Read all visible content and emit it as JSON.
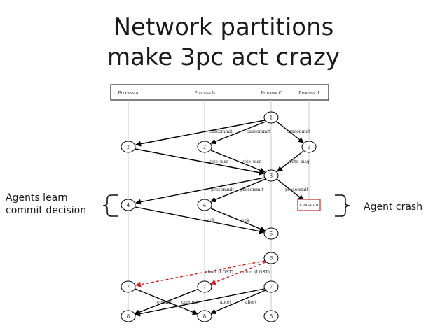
{
  "title_line1": "Network partitions",
  "title_line2": "make 3pc act crazy",
  "annotations": {
    "left": "Agents learn\ncommit decision",
    "right": "Agent crash"
  },
  "processes": [
    "Process a",
    "Process b",
    "Process C",
    "Process d"
  ],
  "nodes": {
    "n1": "1",
    "a2": "2",
    "b2": "2",
    "d2": "2",
    "n3": "3",
    "a4": "4",
    "b4": "4",
    "n5": "5",
    "n6": "6",
    "a7": "7",
    "b7": "7",
    "c7": "7",
    "a8": "8",
    "b8": "8",
    "c8": "8"
  },
  "crashed": "CRASHED",
  "messages": {
    "cancommit_b": "cancommit",
    "cancommit_c": "cancommit",
    "cancommit_d": "cancommit",
    "vote_b": "vote_msg",
    "vote_c": "vote_msg",
    "vote_d": "vote_msg",
    "precommit_b": "precommit",
    "precommit_c": "precommit",
    "precommit_d": "precommit",
    "ack_b": "ack",
    "ack_c": "ack",
    "abort_lost_b": "abort (LOST)",
    "abort_lost_c": "abort (LOST)",
    "commit_a": "commit",
    "commit_b": "commit",
    "abort_b": "abort",
    "abort_c": "abort"
  },
  "colors": {
    "lost_message": "#d42020",
    "crash_box": "#c0282a"
  }
}
